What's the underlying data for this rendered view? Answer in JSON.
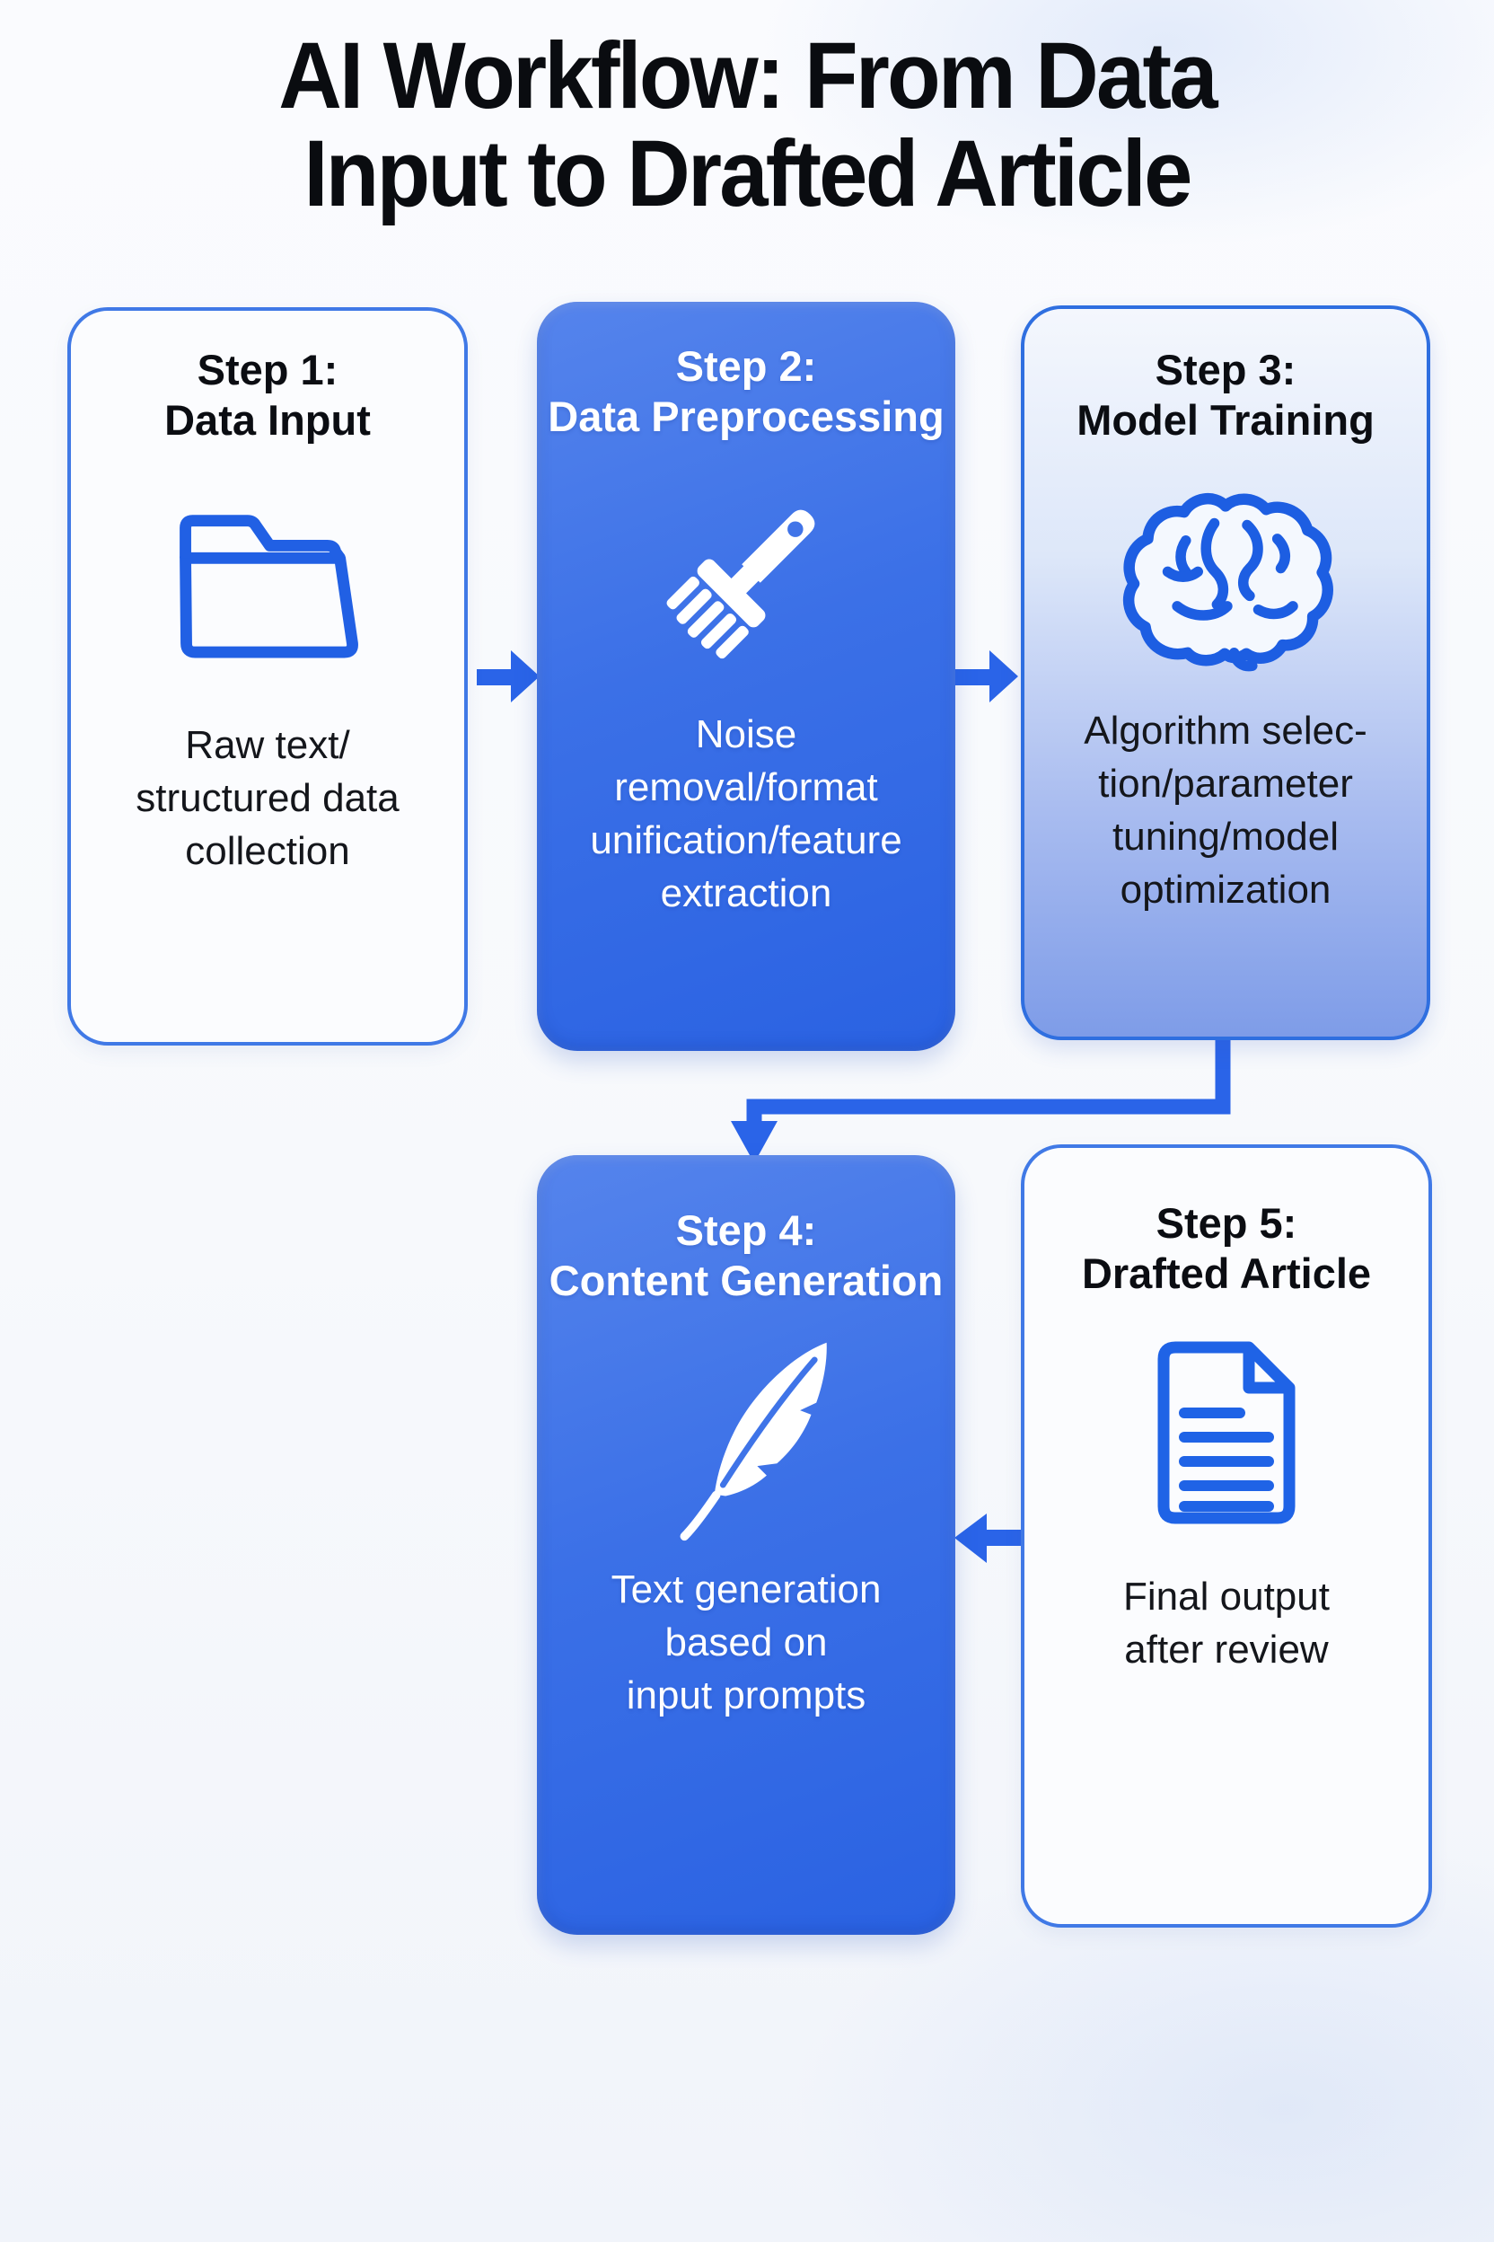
{
  "title": {
    "line1": "AI Workflow: From Data",
    "line2": "Input to Drafted Article"
  },
  "steps": [
    {
      "heading": "Step 1:\nData Input",
      "body": "Raw text/\nstructured data\ncollection",
      "icon": "folder-icon",
      "style": "outline"
    },
    {
      "heading": "Step 2:\nData Preprocessing",
      "body": "Noise\nremoval/format\nunification/feature\nextraction",
      "icon": "brush-icon",
      "style": "solid"
    },
    {
      "heading": "Step 3:\nModel Training",
      "body": "Algorithm selec-\ntion/parameter\ntuning/model\noptimization",
      "icon": "brain-icon",
      "style": "gradient"
    },
    {
      "heading": "Step 4:\nContent Generation",
      "body": "Text generation\nbased on\ninput prompts",
      "icon": "feather-icon",
      "style": "solid"
    },
    {
      "heading": "Step 5:\nDrafted Article",
      "body": "Final output\nafter review",
      "icon": "document-icon",
      "style": "outline"
    }
  ],
  "colors": {
    "accent_blue": "#2a64e8",
    "solid_card_top": "#5584ec",
    "solid_card_bottom": "#2a62e2",
    "outline_border": "#4079e6",
    "gradient_card_bottom": "#7e9ce8",
    "icon_blue": "#2160e4",
    "title_text": "#0a0c10",
    "background": "#f7f9fc"
  }
}
